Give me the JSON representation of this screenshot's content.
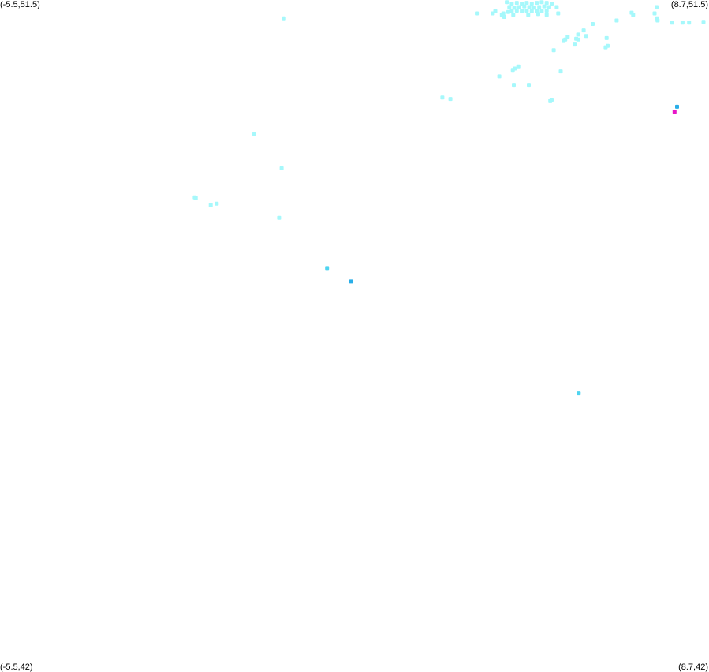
{
  "chart_data": {
    "type": "scatter",
    "xlim": [
      -5.5,
      8.7
    ],
    "ylim": [
      42,
      51.5
    ],
    "grid": false,
    "corner_labels": {
      "top_left": "(-5.5,51.5)",
      "top_right": "(8.7,51.5)",
      "bottom_left": "(-5.5,42)",
      "bottom_right": "(8.7,42)"
    },
    "colors": {
      "light": "#a6f8fb",
      "medium": "#4fd4f0",
      "blue": "#29aee8",
      "magenta": "#e815c8"
    },
    "points": [
      {
        "x": 4.65,
        "y": 51.47,
        "c": "light"
      },
      {
        "x": 4.75,
        "y": 51.45,
        "c": "light"
      },
      {
        "x": 4.85,
        "y": 51.46,
        "c": "light"
      },
      {
        "x": 4.95,
        "y": 51.45,
        "c": "light"
      },
      {
        "x": 5.05,
        "y": 51.46,
        "c": "light"
      },
      {
        "x": 5.15,
        "y": 51.45,
        "c": "light"
      },
      {
        "x": 5.25,
        "y": 51.46,
        "c": "light"
      },
      {
        "x": 5.35,
        "y": 51.47,
        "c": "light"
      },
      {
        "x": 5.45,
        "y": 51.46,
        "c": "light"
      },
      {
        "x": 5.55,
        "y": 51.45,
        "c": "light"
      },
      {
        "x": 4.7,
        "y": 51.4,
        "c": "light"
      },
      {
        "x": 4.8,
        "y": 51.39,
        "c": "light"
      },
      {
        "x": 4.9,
        "y": 51.4,
        "c": "light"
      },
      {
        "x": 5.0,
        "y": 51.41,
        "c": "light"
      },
      {
        "x": 5.1,
        "y": 51.4,
        "c": "light"
      },
      {
        "x": 5.2,
        "y": 51.39,
        "c": "light"
      },
      {
        "x": 5.3,
        "y": 51.4,
        "c": "light"
      },
      {
        "x": 5.4,
        "y": 51.41,
        "c": "light"
      },
      {
        "x": 5.5,
        "y": 51.4,
        "c": "light"
      },
      {
        "x": 4.75,
        "y": 51.34,
        "c": "light"
      },
      {
        "x": 4.85,
        "y": 51.35,
        "c": "light"
      },
      {
        "x": 4.95,
        "y": 51.34,
        "c": "light"
      },
      {
        "x": 5.05,
        "y": 51.35,
        "c": "light"
      },
      {
        "x": 5.15,
        "y": 51.34,
        "c": "light"
      },
      {
        "x": 5.25,
        "y": 51.35,
        "c": "light"
      },
      {
        "x": 5.35,
        "y": 51.34,
        "c": "light"
      },
      {
        "x": 5.45,
        "y": 51.35,
        "c": "light"
      },
      {
        "x": 5.65,
        "y": 51.4,
        "c": "light"
      },
      {
        "x": 4.68,
        "y": 51.33,
        "c": "light"
      },
      {
        "x": 4.58,
        "y": 51.31,
        "c": "light"
      },
      {
        "x": 4.78,
        "y": 51.29,
        "c": "light"
      },
      {
        "x": 5.08,
        "y": 51.29,
        "c": "light"
      },
      {
        "x": 5.28,
        "y": 51.3,
        "c": "light"
      },
      {
        "x": 5.45,
        "y": 51.29,
        "c": "light"
      },
      {
        "x": 4.37,
        "y": 51.31,
        "c": "light"
      },
      {
        "x": 4.42,
        "y": 51.34,
        "c": "light"
      },
      {
        "x": 4.05,
        "y": 51.31,
        "c": "light"
      },
      {
        "x": 4.6,
        "y": 51.26,
        "c": "light"
      },
      {
        "x": 4.55,
        "y": 51.29,
        "c": "light"
      },
      {
        "x": 5.68,
        "y": 51.31,
        "c": "light"
      },
      {
        "x": 0.19,
        "y": 51.24,
        "c": "light"
      },
      {
        "x": 7.65,
        "y": 51.4,
        "c": "light"
      },
      {
        "x": 7.15,
        "y": 51.32,
        "c": "light"
      },
      {
        "x": 7.18,
        "y": 51.29,
        "c": "light"
      },
      {
        "x": 7.61,
        "y": 51.31,
        "c": "light"
      },
      {
        "x": 7.66,
        "y": 51.24,
        "c": "light"
      },
      {
        "x": 7.67,
        "y": 51.21,
        "c": "light"
      },
      {
        "x": 7.96,
        "y": 51.18,
        "c": "light"
      },
      {
        "x": 8.17,
        "y": 51.18,
        "c": "light"
      },
      {
        "x": 8.3,
        "y": 51.18,
        "c": "light"
      },
      {
        "x": 8.59,
        "y": 51.19,
        "c": "light"
      },
      {
        "x": 6.85,
        "y": 51.21,
        "c": "light"
      },
      {
        "x": 6.37,
        "y": 51.16,
        "c": "light"
      },
      {
        "x": 6.08,
        "y": 51.01,
        "c": "light"
      },
      {
        "x": 6.19,
        "y": 51.07,
        "c": "light"
      },
      {
        "x": 6.24,
        "y": 50.99,
        "c": "light"
      },
      {
        "x": 5.82,
        "y": 50.94,
        "c": "light"
      },
      {
        "x": 5.79,
        "y": 50.93,
        "c": "light"
      },
      {
        "x": 5.87,
        "y": 50.98,
        "c": "light"
      },
      {
        "x": 6.04,
        "y": 50.95,
        "c": "light"
      },
      {
        "x": 6.08,
        "y": 50.94,
        "c": "light"
      },
      {
        "x": 6.65,
        "y": 50.96,
        "c": "light"
      },
      {
        "x": 6.01,
        "y": 50.88,
        "c": "light"
      },
      {
        "x": 6.63,
        "y": 50.83,
        "c": "light"
      },
      {
        "x": 6.67,
        "y": 50.85,
        "c": "light"
      },
      {
        "x": 5.59,
        "y": 50.79,
        "c": "light"
      },
      {
        "x": 4.81,
        "y": 50.53,
        "c": "light"
      },
      {
        "x": 4.77,
        "y": 50.51,
        "c": "light"
      },
      {
        "x": 4.88,
        "y": 50.56,
        "c": "light"
      },
      {
        "x": 5.73,
        "y": 50.49,
        "c": "light"
      },
      {
        "x": 4.5,
        "y": 50.42,
        "c": "light"
      },
      {
        "x": 4.79,
        "y": 50.3,
        "c": "light"
      },
      {
        "x": 5.09,
        "y": 50.3,
        "c": "light"
      },
      {
        "x": 5.52,
        "y": 50.08,
        "c": "light"
      },
      {
        "x": 5.55,
        "y": 50.09,
        "c": "light"
      },
      {
        "x": -0.41,
        "y": 49.61,
        "c": "light"
      },
      {
        "x": 0.14,
        "y": 49.12,
        "c": "light"
      },
      {
        "x": -1.58,
        "y": 48.7,
        "c": "light"
      },
      {
        "x": -1.6,
        "y": 48.71,
        "c": "light"
      },
      {
        "x": -1.28,
        "y": 48.6,
        "c": "light"
      },
      {
        "x": -1.16,
        "y": 48.62,
        "c": "light"
      },
      {
        "x": 0.09,
        "y": 48.42,
        "c": "light"
      },
      {
        "x": 3.52,
        "y": 50.1,
        "c": "light"
      },
      {
        "x": 3.36,
        "y": 50.12,
        "c": "light"
      },
      {
        "x": 1.05,
        "y": 47.71,
        "c": "medium"
      },
      {
        "x": 6.09,
        "y": 45.94,
        "c": "medium"
      },
      {
        "x": 1.53,
        "y": 47.52,
        "c": "blue"
      },
      {
        "x": 8.06,
        "y": 49.99,
        "c": "blue"
      },
      {
        "x": 8.01,
        "y": 49.92,
        "c": "magenta"
      }
    ]
  }
}
